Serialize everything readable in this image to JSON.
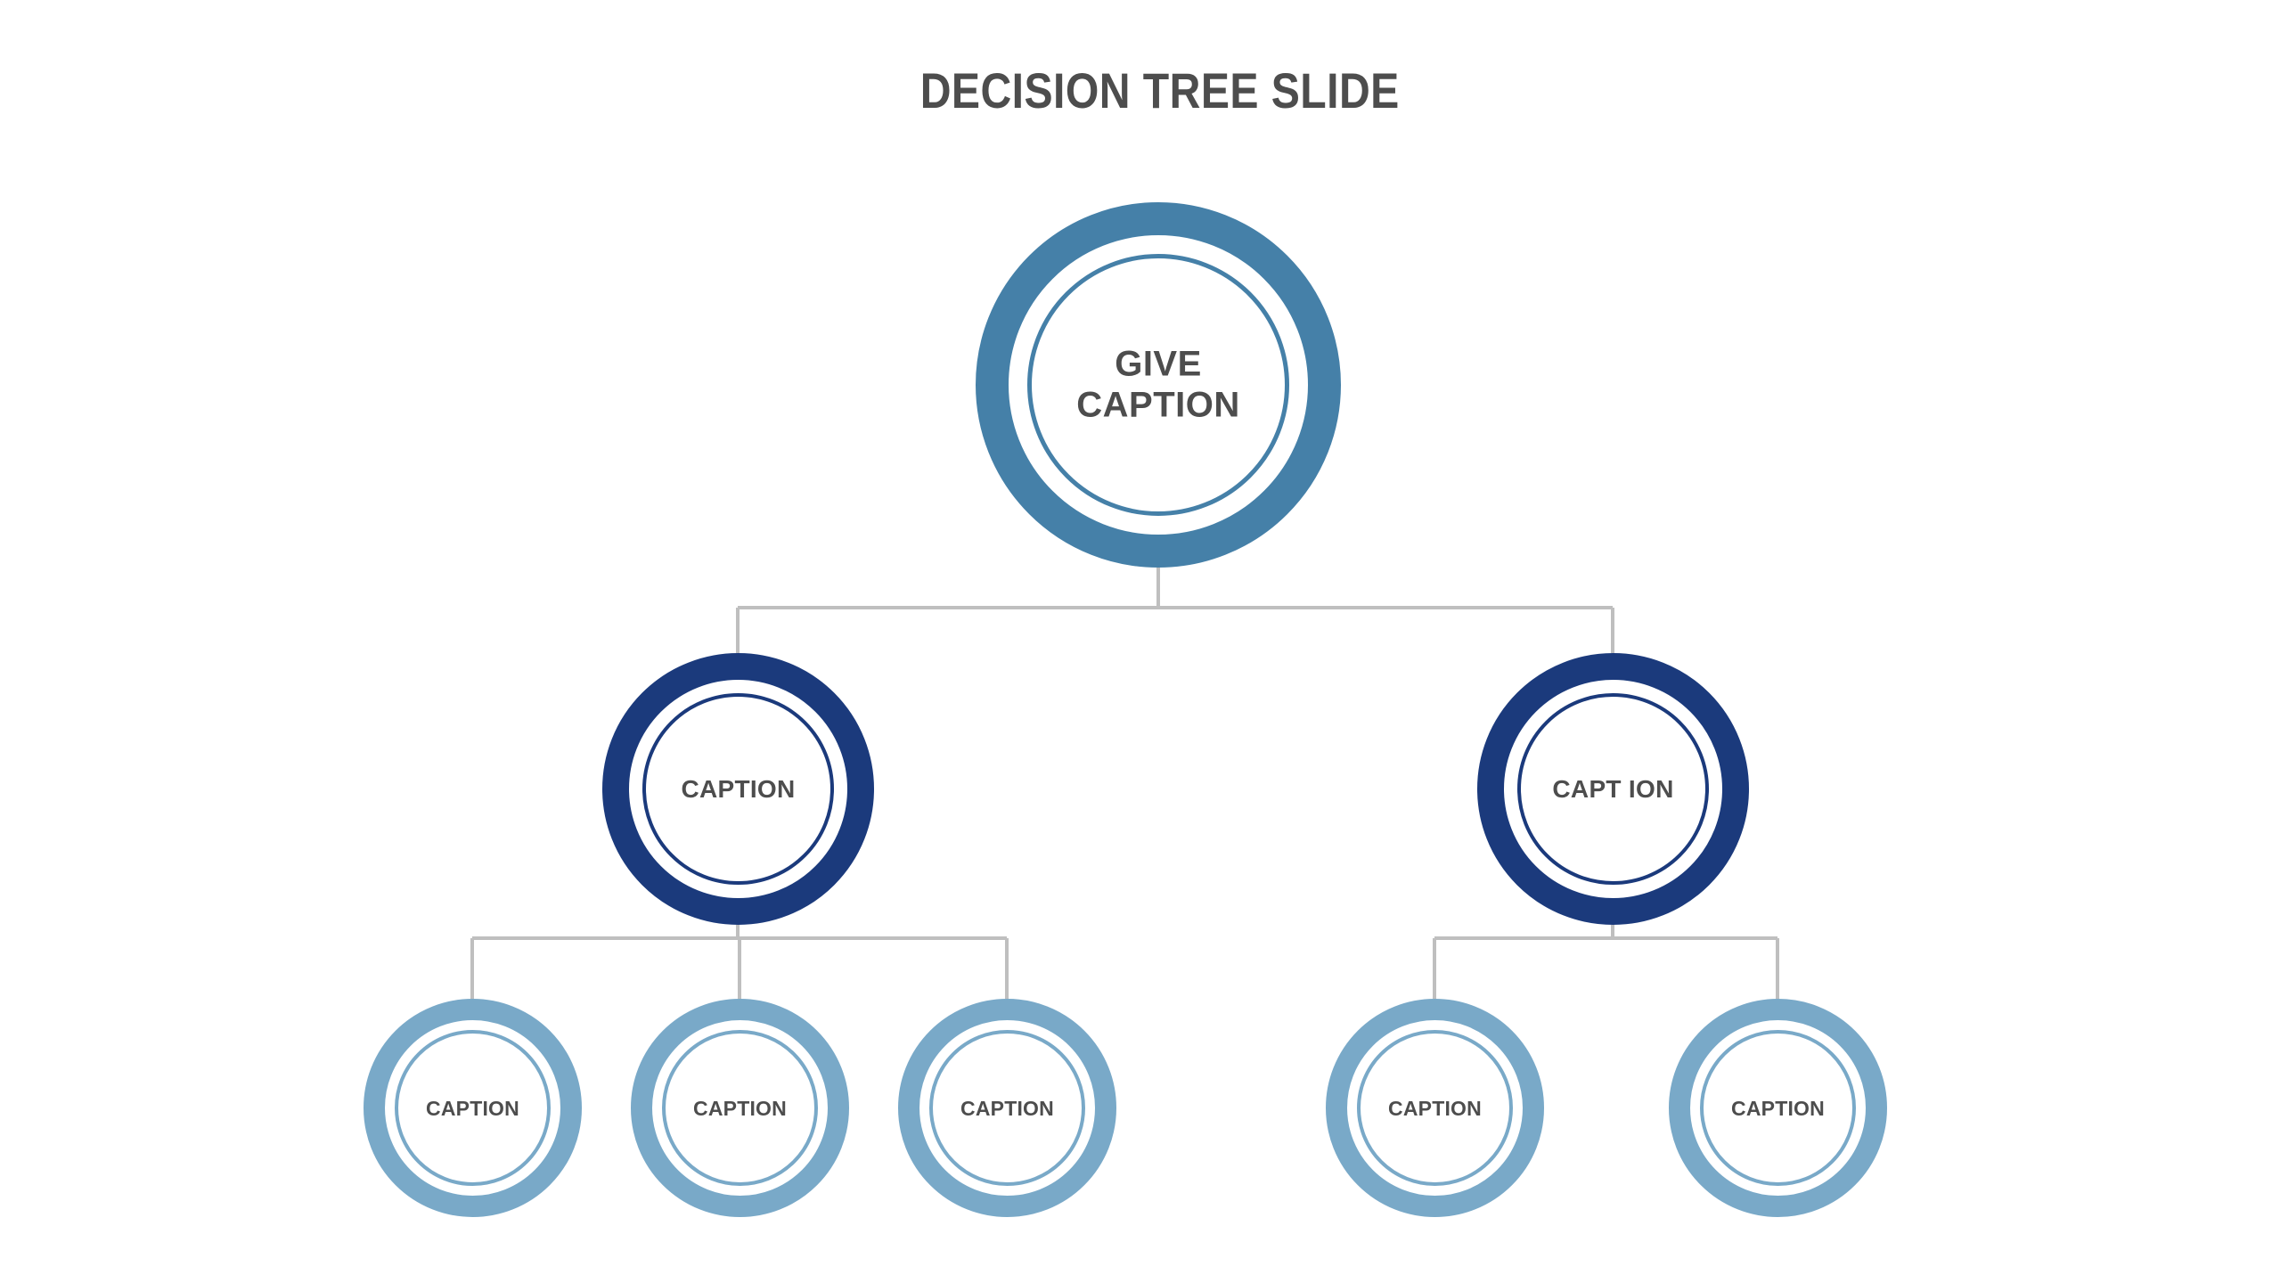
{
  "slide": {
    "title": "DECISION TREE SLIDE",
    "background_color": "#ffffff",
    "title_color": "#4d4d4d"
  },
  "palette": {
    "root_ring": "#4580a8",
    "level2_ring": "#1b3a7c",
    "leaf_ring": "#79a9c8",
    "connector": "#bfbfbf",
    "label_text": "#4d4d4d"
  },
  "tree": {
    "root": {
      "label": "GIVE\nCAPTION",
      "level": "root",
      "color": "#4580a8"
    },
    "level2": [
      {
        "label": "CAPTION",
        "color": "#1b3a7c"
      },
      {
        "label": "CAPT ION",
        "color": "#1b3a7c"
      }
    ],
    "leaves": [
      {
        "label": "CAPTION",
        "color": "#79a9c8",
        "parent": 0
      },
      {
        "label": "CAPTION",
        "color": "#79a9c8",
        "parent": 0
      },
      {
        "label": "CAPTION",
        "color": "#79a9c8",
        "parent": 0
      },
      {
        "label": "CAPTION",
        "color": "#79a9c8",
        "parent": 1
      },
      {
        "label": "CAPTION",
        "color": "#79a9c8",
        "parent": 1
      }
    ]
  }
}
